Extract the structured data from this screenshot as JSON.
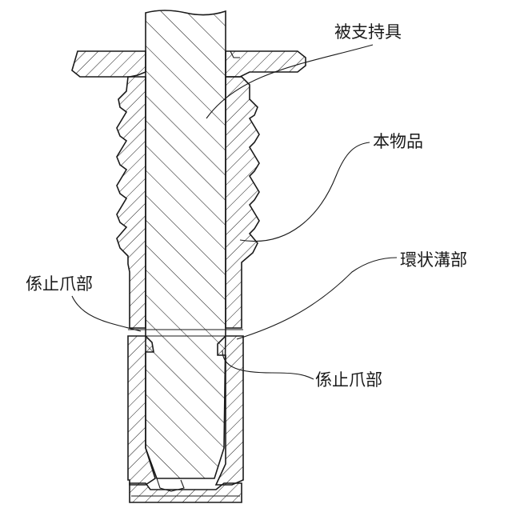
{
  "labels": {
    "supported_tool": "被支持具",
    "main_article": "本物品",
    "annular_groove": "環状溝部",
    "claw_left": "係止爪部",
    "claw_right": "係止爪部"
  },
  "colors": {
    "line": "#1a1a1a",
    "background": "#ffffff"
  }
}
